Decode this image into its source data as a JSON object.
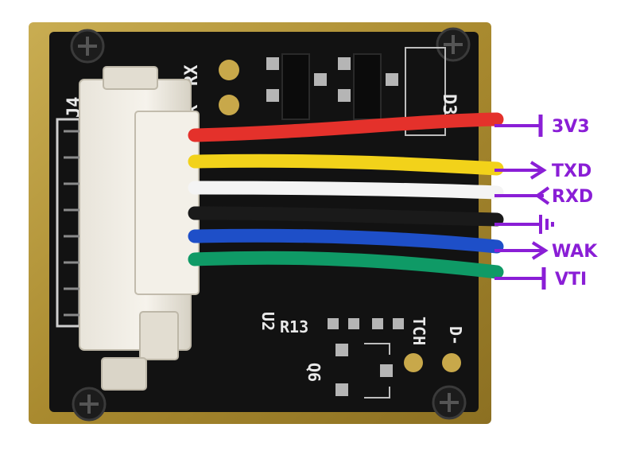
{
  "silkscreen": {
    "j4": "J4",
    "rx": "RX",
    "tx": "TX",
    "d3": "D3",
    "u2": "U2",
    "r13": "R13",
    "tch": "TCH",
    "dminus": "D-",
    "q6": "Q6"
  },
  "pins": [
    {
      "label": "3V3",
      "arrow": "bar"
    },
    {
      "label": "TXD",
      "arrow": "right"
    },
    {
      "label": "RXD",
      "arrow": "left"
    },
    {
      "label": "",
      "arrow": "ground"
    },
    {
      "label": "WAK",
      "arrow": "right"
    },
    {
      "label": "VTI",
      "arrow": "bar"
    }
  ],
  "colors": {
    "annotation": "#8a1ed6",
    "wire_red": "#e4312b",
    "wire_yellow": "#f2d21a",
    "wire_white": "#f4f4f4",
    "wire_black": "#1a1a1a",
    "wire_blue": "#1e4fc8",
    "wire_green": "#0f9a66",
    "pcb": "#111111",
    "frame": "#b89b3c"
  }
}
